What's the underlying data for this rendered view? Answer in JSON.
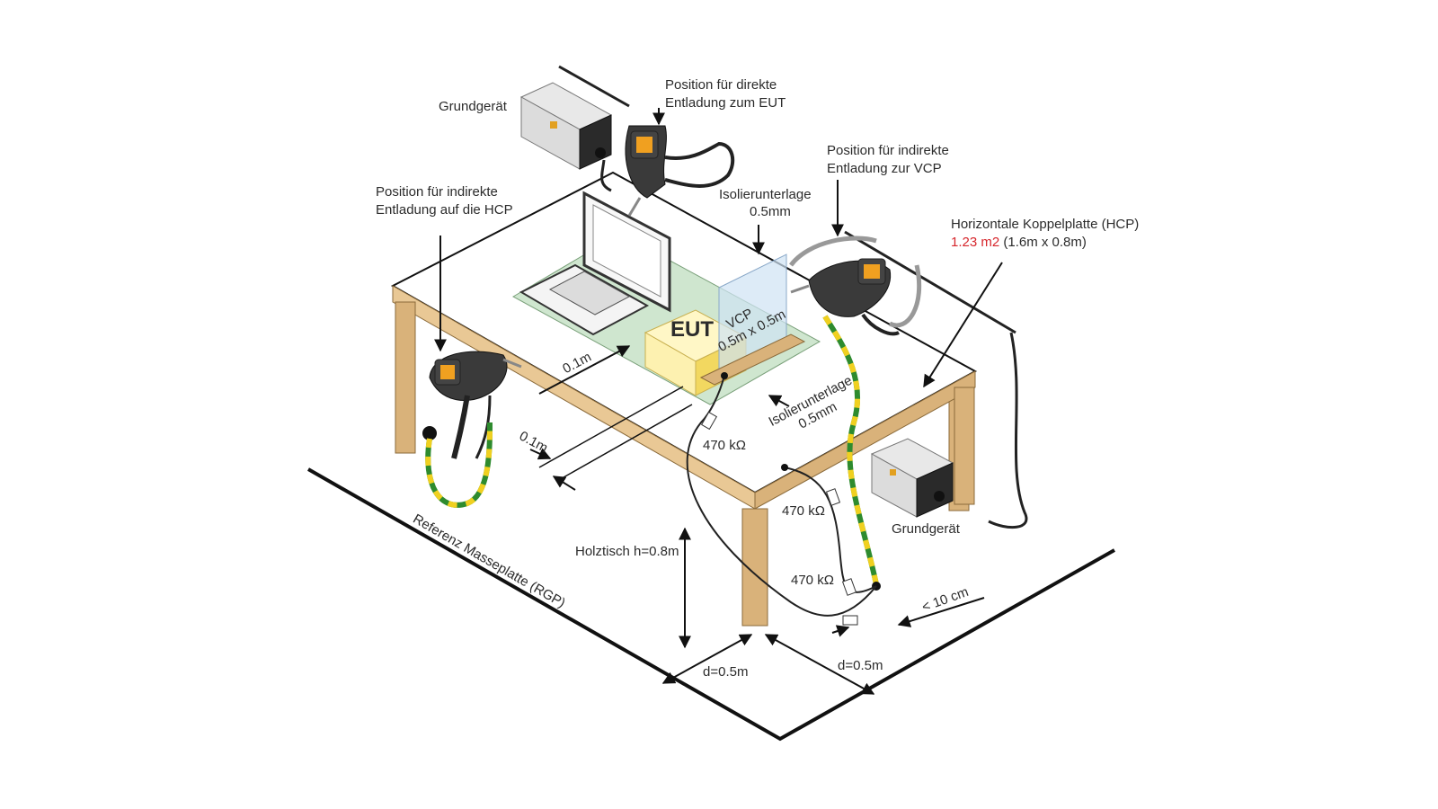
{
  "labels": {
    "grundgeraet_top": "Grundgerät",
    "grundgeraet_bottom": "Grundgerät",
    "direct_1": "Position für direkte",
    "direct_2": "Entladung zum EUT",
    "indirect_vcp_1": "Position für indirekte",
    "indirect_vcp_2": "Entladung zur VCP",
    "indirect_hcp_1": "Position für indirekte",
    "indirect_hcp_2": "Entladung auf die HCP",
    "isolier_top_1": "Isolierunterlage",
    "isolier_top_2": "0.5mm",
    "hcp_1": "Horizontale Koppelplatte (HCP)",
    "hcp_area": "1.23 m2",
    "hcp_dims": " (1.6m x 0.8m)",
    "eut": "EUT",
    "vcp_1": "VCP",
    "vcp_2": "0.5m x 0.5m",
    "dist_a": "0.1m",
    "dist_b": "0.1m",
    "isolier_side_1": "Isolierunterlage",
    "isolier_side_2": "0.5mm",
    "res_1": "470 kΩ",
    "res_2": "470 kΩ",
    "res_3": "470 kΩ",
    "table_height": "Holztisch h=0.8m",
    "lt10": "< 10 cm",
    "d_left": "d=0.5m",
    "d_right": "d=0.5m",
    "rgp": "Referenz Masseplatte (RGP)"
  },
  "colors": {
    "wood": "#d9b27a",
    "wood_dark": "#b8874a",
    "hcp": "#cfe6cf",
    "eut": "#fdf1b0",
    "ground_green": "#2e8b2e",
    "ground_yellow": "#f0d020",
    "red_text": "#d6262c"
  }
}
